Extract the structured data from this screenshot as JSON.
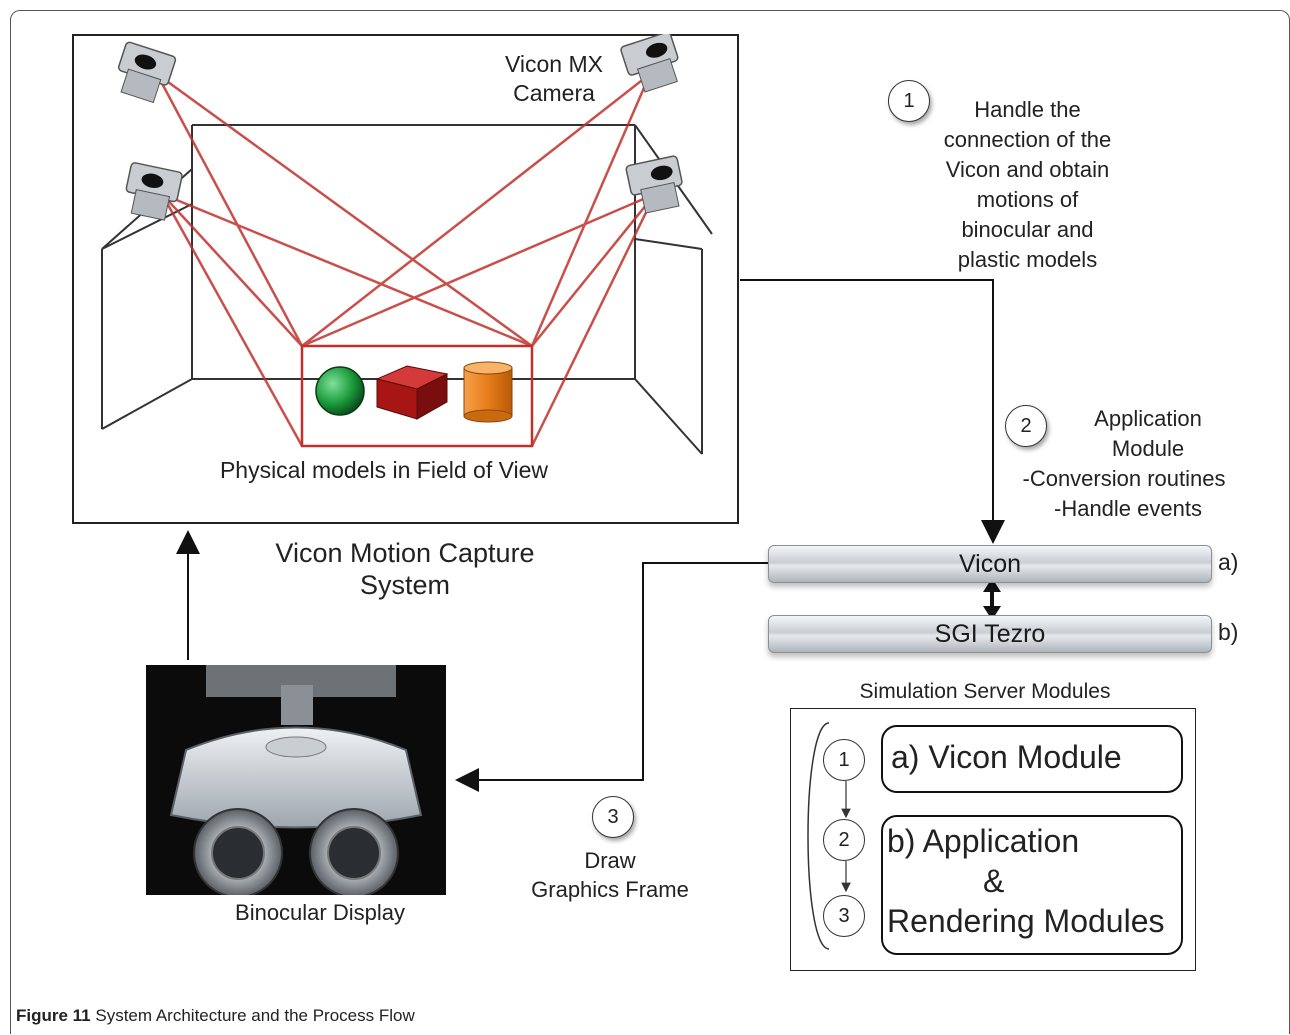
{
  "caption": {
    "label": "Figure 11",
    "text": "System Architecture and the Process Flow"
  },
  "capture": {
    "camera_label_1": "Vicon MX",
    "camera_label_2": "Camera",
    "field_label": "Physical models in Field of  View",
    "system_title_1": "Vicon Motion Capture",
    "system_title_2": "System"
  },
  "steps": {
    "s1": {
      "num": "1",
      "lines": [
        "Handle the",
        "connection of the",
        "Vicon and obtain",
        "motions  of",
        "binocular and",
        "plastic models"
      ]
    },
    "s2": {
      "num": "2",
      "lines": [
        "Application",
        "Module",
        "-Conversion routines",
        "-Handle events"
      ]
    },
    "s3": {
      "num": "3",
      "lines": [
        "Draw",
        "Graphics Frame"
      ]
    }
  },
  "servers": {
    "vicon": {
      "label": "Vicon",
      "tag": "a)"
    },
    "sgi": {
      "label": "SGI Tezro",
      "tag": "b)"
    }
  },
  "modules": {
    "title": "Simulation Server Modules",
    "a": "a) Vicon Module",
    "b1": "b) Application",
    "b2": "&",
    "b3": "Rendering Modules",
    "n1": "1",
    "n2": "2",
    "n3": "3"
  },
  "binocular": {
    "label": "Binocular Display"
  },
  "colors": {
    "rays": "#c0312b",
    "sphere": "#1a9a3a",
    "cube": "#b01818",
    "cylinder": "#e87d1a"
  }
}
